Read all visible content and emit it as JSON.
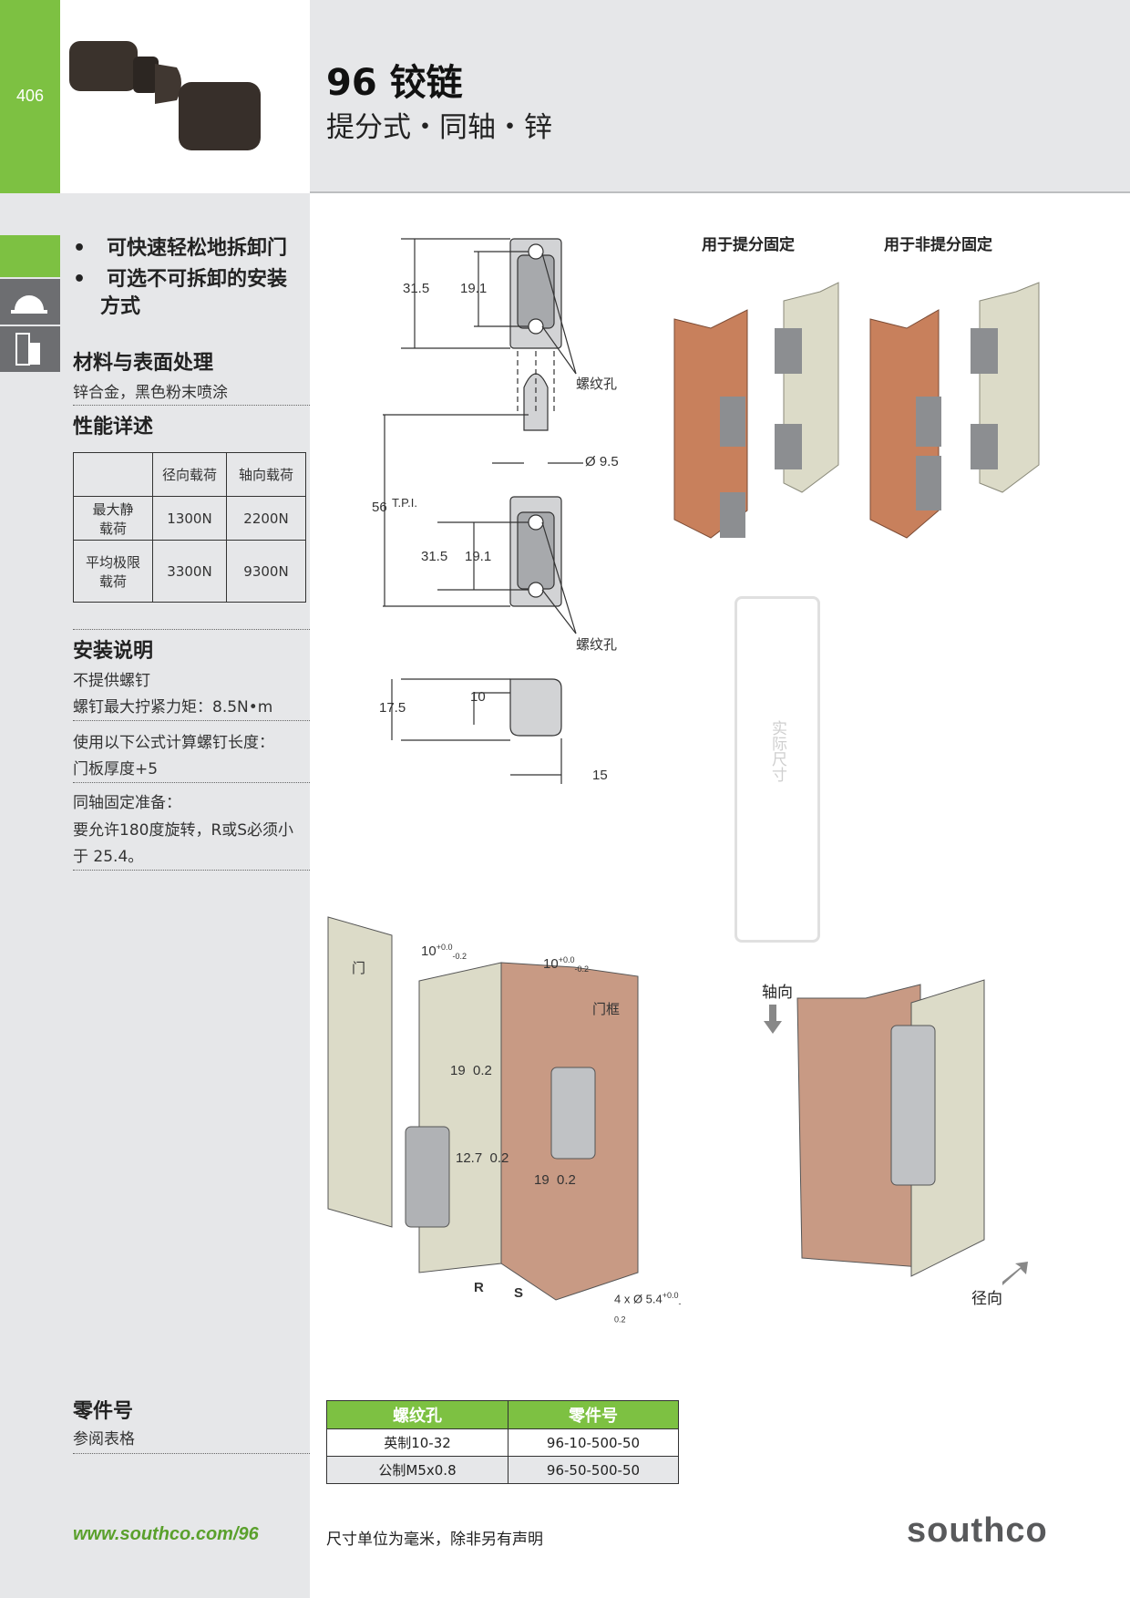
{
  "page_number": "406",
  "header": {
    "title": "96 铰链",
    "subtitle": "提分式・同轴・锌"
  },
  "features": [
    "可快速轻松地拆卸门",
    "可选不可拆卸的安装",
    "方式"
  ],
  "material": {
    "heading": "材料与表面处理",
    "text": "锌合金，黑色粉末喷涂"
  },
  "performance": {
    "heading": "性能详述",
    "columns": [
      "径向载荷",
      "轴向载荷"
    ],
    "rows": [
      {
        "label_1": "最大静",
        "label_2": "载荷",
        "values": [
          "1300N",
          "2200N"
        ]
      },
      {
        "label_1": "平均极限",
        "label_2": "载荷",
        "values": [
          "3300N",
          "9300N"
        ]
      }
    ]
  },
  "install": {
    "heading": "安装说明",
    "lines": [
      "不提供螺钉",
      "螺钉最大拧紧力矩：8.5N•m",
      "使用以下公式计算螺钉长度：",
      "门板厚度+5",
      "同轴固定准备：",
      "要允许180度旋转，R或S必须小",
      "于 25.4。"
    ]
  },
  "part_number": {
    "heading": "零件号",
    "text": "参阅表格"
  },
  "parts_table": {
    "headers": [
      "螺纹孔",
      "零件号"
    ],
    "rows": [
      [
        "英制10-32",
        "96-10-500-50"
      ],
      [
        "公制M5x0.8",
        "96-50-500-50"
      ]
    ]
  },
  "drawing": {
    "dims": {
      "d1": "31.5",
      "d2": "19.1",
      "d3": "螺纹孔",
      "d4": "Ø 9.5",
      "d5": "56",
      "d6": "T.P.I.",
      "d7": "31.5",
      "d8": "19.1",
      "d9": "螺纹孔",
      "d10": "17.5",
      "d11": "10",
      "d12": "15"
    },
    "labels": {
      "liftoff": "用于提分固定",
      "nonliftoff": "用于非提分固定",
      "actual_size": "实际尺寸"
    }
  },
  "install_drawing": {
    "door": "门",
    "frame": "门框",
    "t1": "10",
    "t1_tol_up": "+0.0",
    "t1_tol_dn": "-0.2",
    "t2": "10",
    "t2_tol_up": "+0.0",
    "t2_tol_dn": "-0.2",
    "a": "19",
    "a_tol": "0.2",
    "b": "12.7",
    "b_tol": "0.2",
    "c": "19",
    "c_tol": "0.2",
    "holes": "4 x Ø 5.4",
    "holes_tol_up": "+0.0",
    "holes_tol_dn": "-0.2",
    "r": "R",
    "s": "S"
  },
  "load_drawing": {
    "axial": "轴向",
    "radial": "径向"
  },
  "footer": {
    "url": "www.southco.com/96",
    "note": "尺寸单位为毫米，除非另有声明",
    "logo": "southco"
  }
}
